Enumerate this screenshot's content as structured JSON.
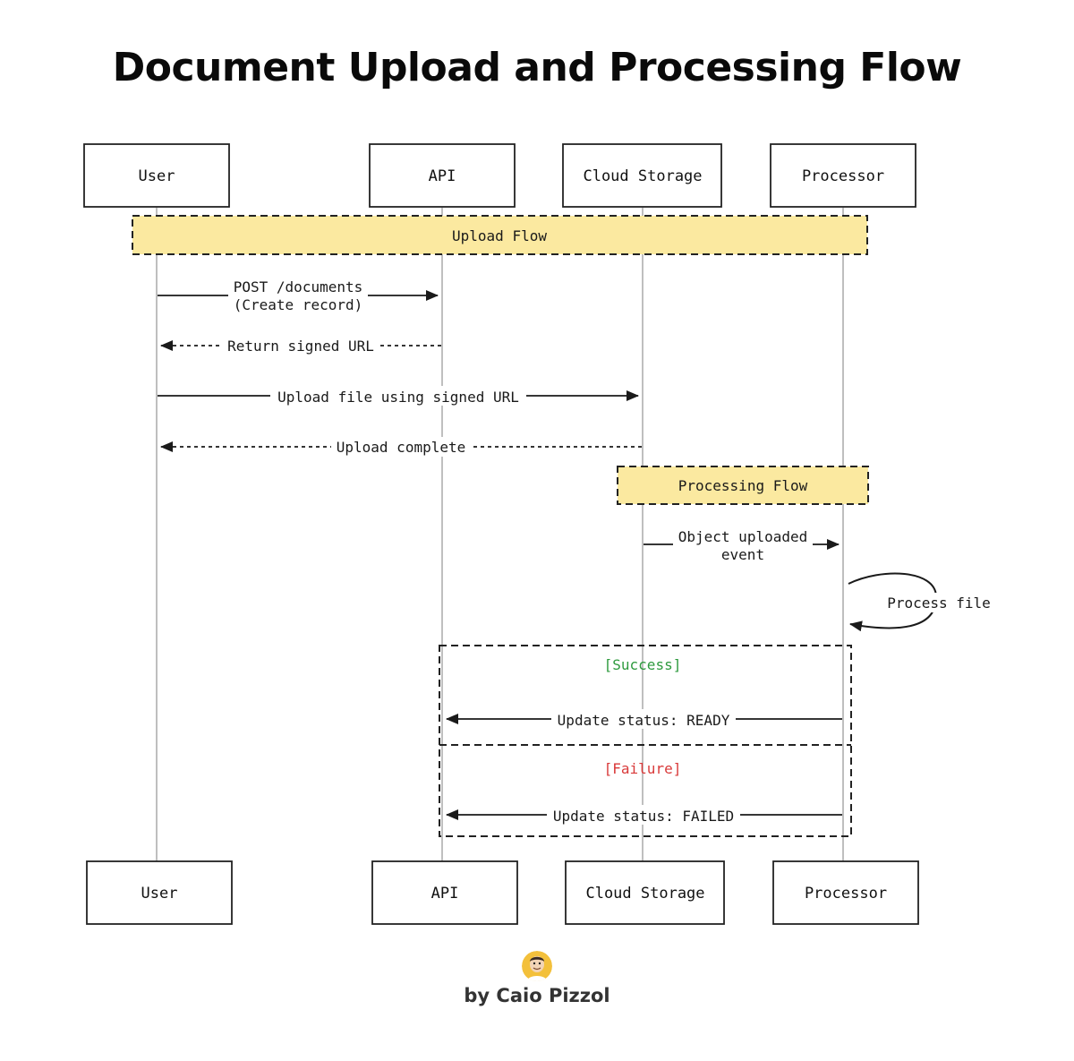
{
  "title": "Document Upload and Processing Flow",
  "participants": {
    "user": "User",
    "api": "API",
    "storage": "Cloud Storage",
    "processor": "Processor"
  },
  "groups": {
    "upload_flow": "Upload Flow",
    "processing_flow": "Processing Flow"
  },
  "messages": {
    "post_line1": "POST /documents",
    "post_line2": "(Create record)",
    "return_url": "Return signed URL",
    "upload_file": "Upload file using signed URL",
    "upload_complete": "Upload complete",
    "object_event_line1": "Object uploaded",
    "object_event_line2": "event",
    "process_file": "Process file",
    "update_ready": "Update status: READY",
    "update_failed": "Update status: FAILED"
  },
  "alt": {
    "success": "[Success]",
    "failure": "[Failure]"
  },
  "colors": {
    "note_fill": "#fbe9a0",
    "success": "#2e9a3e",
    "failure": "#d93a3a",
    "lifeline": "#aaaaaa",
    "avatar": "#f3c03b"
  },
  "author": "by Caio Pizzol"
}
